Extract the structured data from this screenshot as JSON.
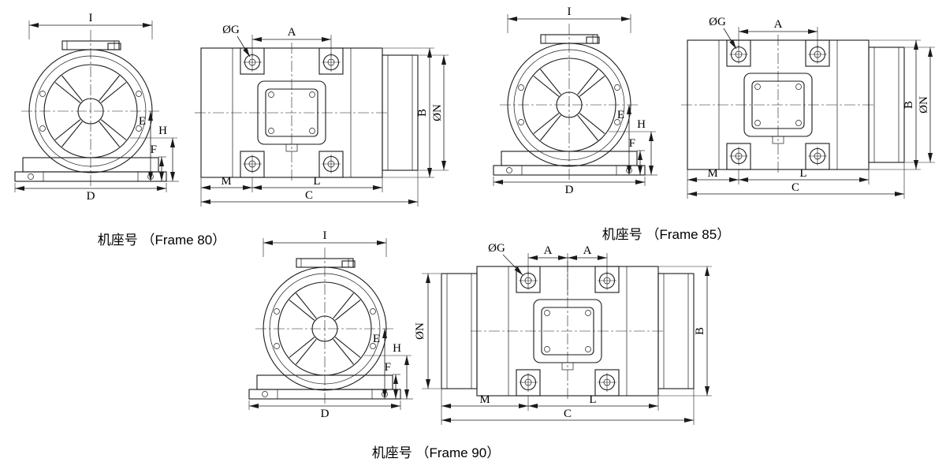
{
  "drawing": {
    "background": "#ffffff",
    "line_color": "#1a1a1a"
  },
  "dim_labels": {
    "I": "I",
    "D": "D",
    "E": "E",
    "F": "F",
    "H": "H",
    "G": "ØG",
    "A": "A",
    "B": "B",
    "N": "ØN",
    "M": "M",
    "L": "L",
    "C": "C"
  },
  "frames": {
    "frame80": {
      "caption": "机座号 （Frame 80）"
    },
    "frame85": {
      "caption": "机座号 （Frame 85）"
    },
    "frame90": {
      "caption": "机座号 （Frame 90）"
    }
  }
}
